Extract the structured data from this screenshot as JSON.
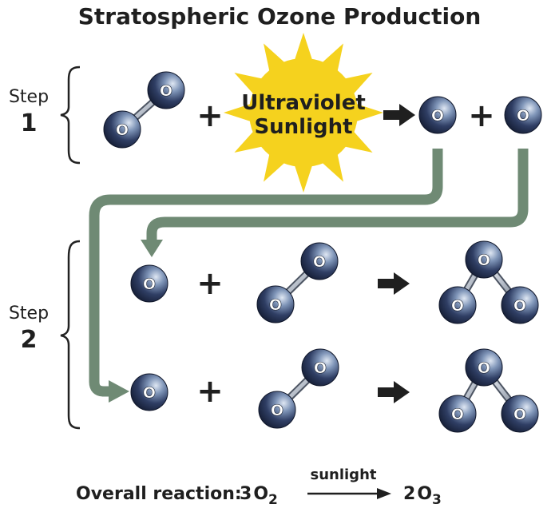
{
  "title": "Stratospheric Ozone Production",
  "step1": {
    "word": "Step",
    "number": "1"
  },
  "step2": {
    "word": "Step",
    "number": "2"
  },
  "sun": {
    "line1": "Ultraviolet",
    "line2": "Sunlight"
  },
  "plus": "+",
  "atom_label": "O",
  "overall": {
    "label": "Overall reaction:",
    "reactant_coef": "3",
    "reactant_sym": "O",
    "reactant_sub": "2",
    "arrow_label": "sunlight",
    "product_coef": "2",
    "product_sym": "O",
    "product_sub": "3"
  },
  "colors": {
    "atom_dark": "#1e2a47",
    "atom_light": "#d9e2f0",
    "sun_yellow": "#f5d21e",
    "flow_arrow": "#6f8a74",
    "reaction_arrow": "#1f1f1f"
  }
}
